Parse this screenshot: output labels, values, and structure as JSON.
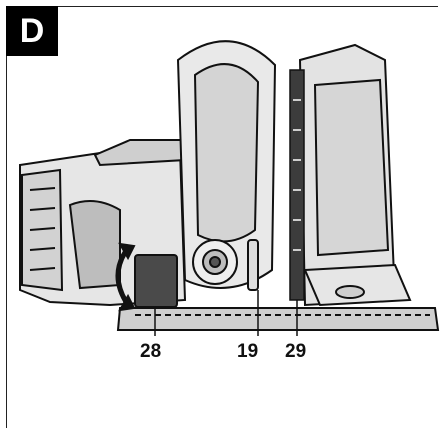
{
  "figure": {
    "panel_letter": "D",
    "callouts": [
      {
        "id": "28",
        "label": "28"
      },
      {
        "id": "19",
        "label": "19"
      },
      {
        "id": "29",
        "label": "29"
      }
    ]
  },
  "colors": {
    "ink": "#111111",
    "body_gray": "#d9d9d9",
    "dark_gray": "#4a4a4a",
    "badge": "#000000"
  }
}
